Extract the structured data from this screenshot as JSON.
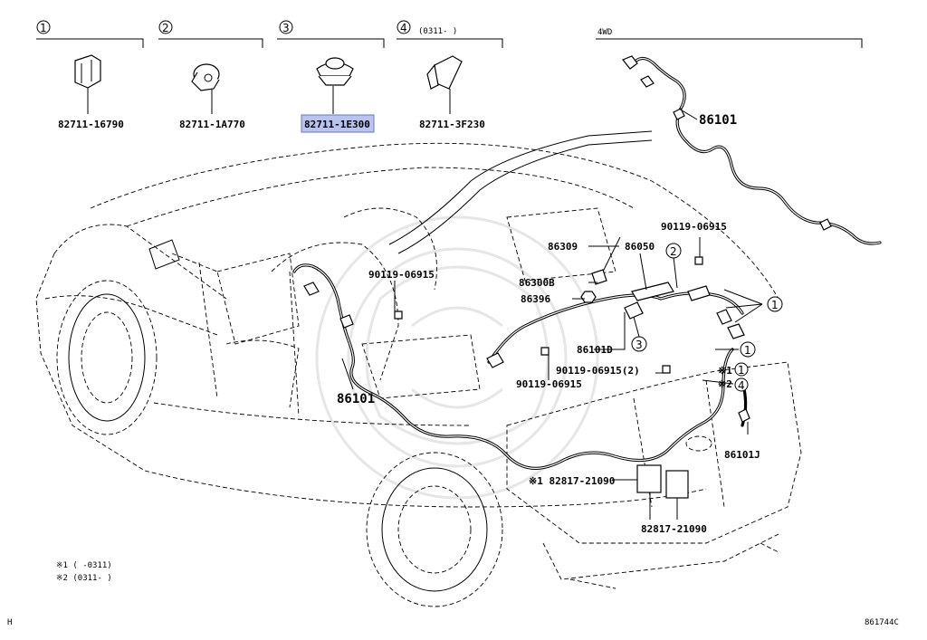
{
  "header": {
    "groups": [
      {
        "num": "1",
        "part": "82711-16790"
      },
      {
        "num": "2",
        "part": "82711-1A770"
      },
      {
        "num": "3",
        "part": "82711-1E300",
        "highlight_color": "#b8c3f0"
      },
      {
        "num": "4",
        "range": "(0311-   )",
        "part": "82711-3F230"
      }
    ],
    "variant_4wd": "4WD"
  },
  "callouts": {
    "p86101_4wd": "86101",
    "p86309": "86309",
    "p86050": "86050",
    "p90119_top_right": "90119-06915",
    "p86300b": "86300B",
    "p86396": "86396",
    "p90119_dash": "90119-06915",
    "p86101d": "86101D",
    "p90119_2": "90119-06915(2)",
    "p90119_lower": "90119-06915",
    "p86101_main": "86101",
    "p86101j": "86101J",
    "p82817_a": "※1 82817-21090",
    "p82817_b": "82817-21090",
    "star1_mark": "※1",
    "star2_mark": "※2"
  },
  "circle_refs": {
    "c1_cluster": "1",
    "c1_mid": "1",
    "c1_star": "1",
    "c2_top": "2",
    "c3_mid": "3",
    "c4_star": "4"
  },
  "footnotes": {
    "note1": "※1 (    -0311)",
    "note2": "※2 (0311-    )"
  },
  "footer": {
    "left_mark": "H",
    "diagram_code": "861744C"
  },
  "colors": {
    "highlight": "#b8c3f0",
    "line": "#000000",
    "watermark": "#e6e6e6"
  }
}
